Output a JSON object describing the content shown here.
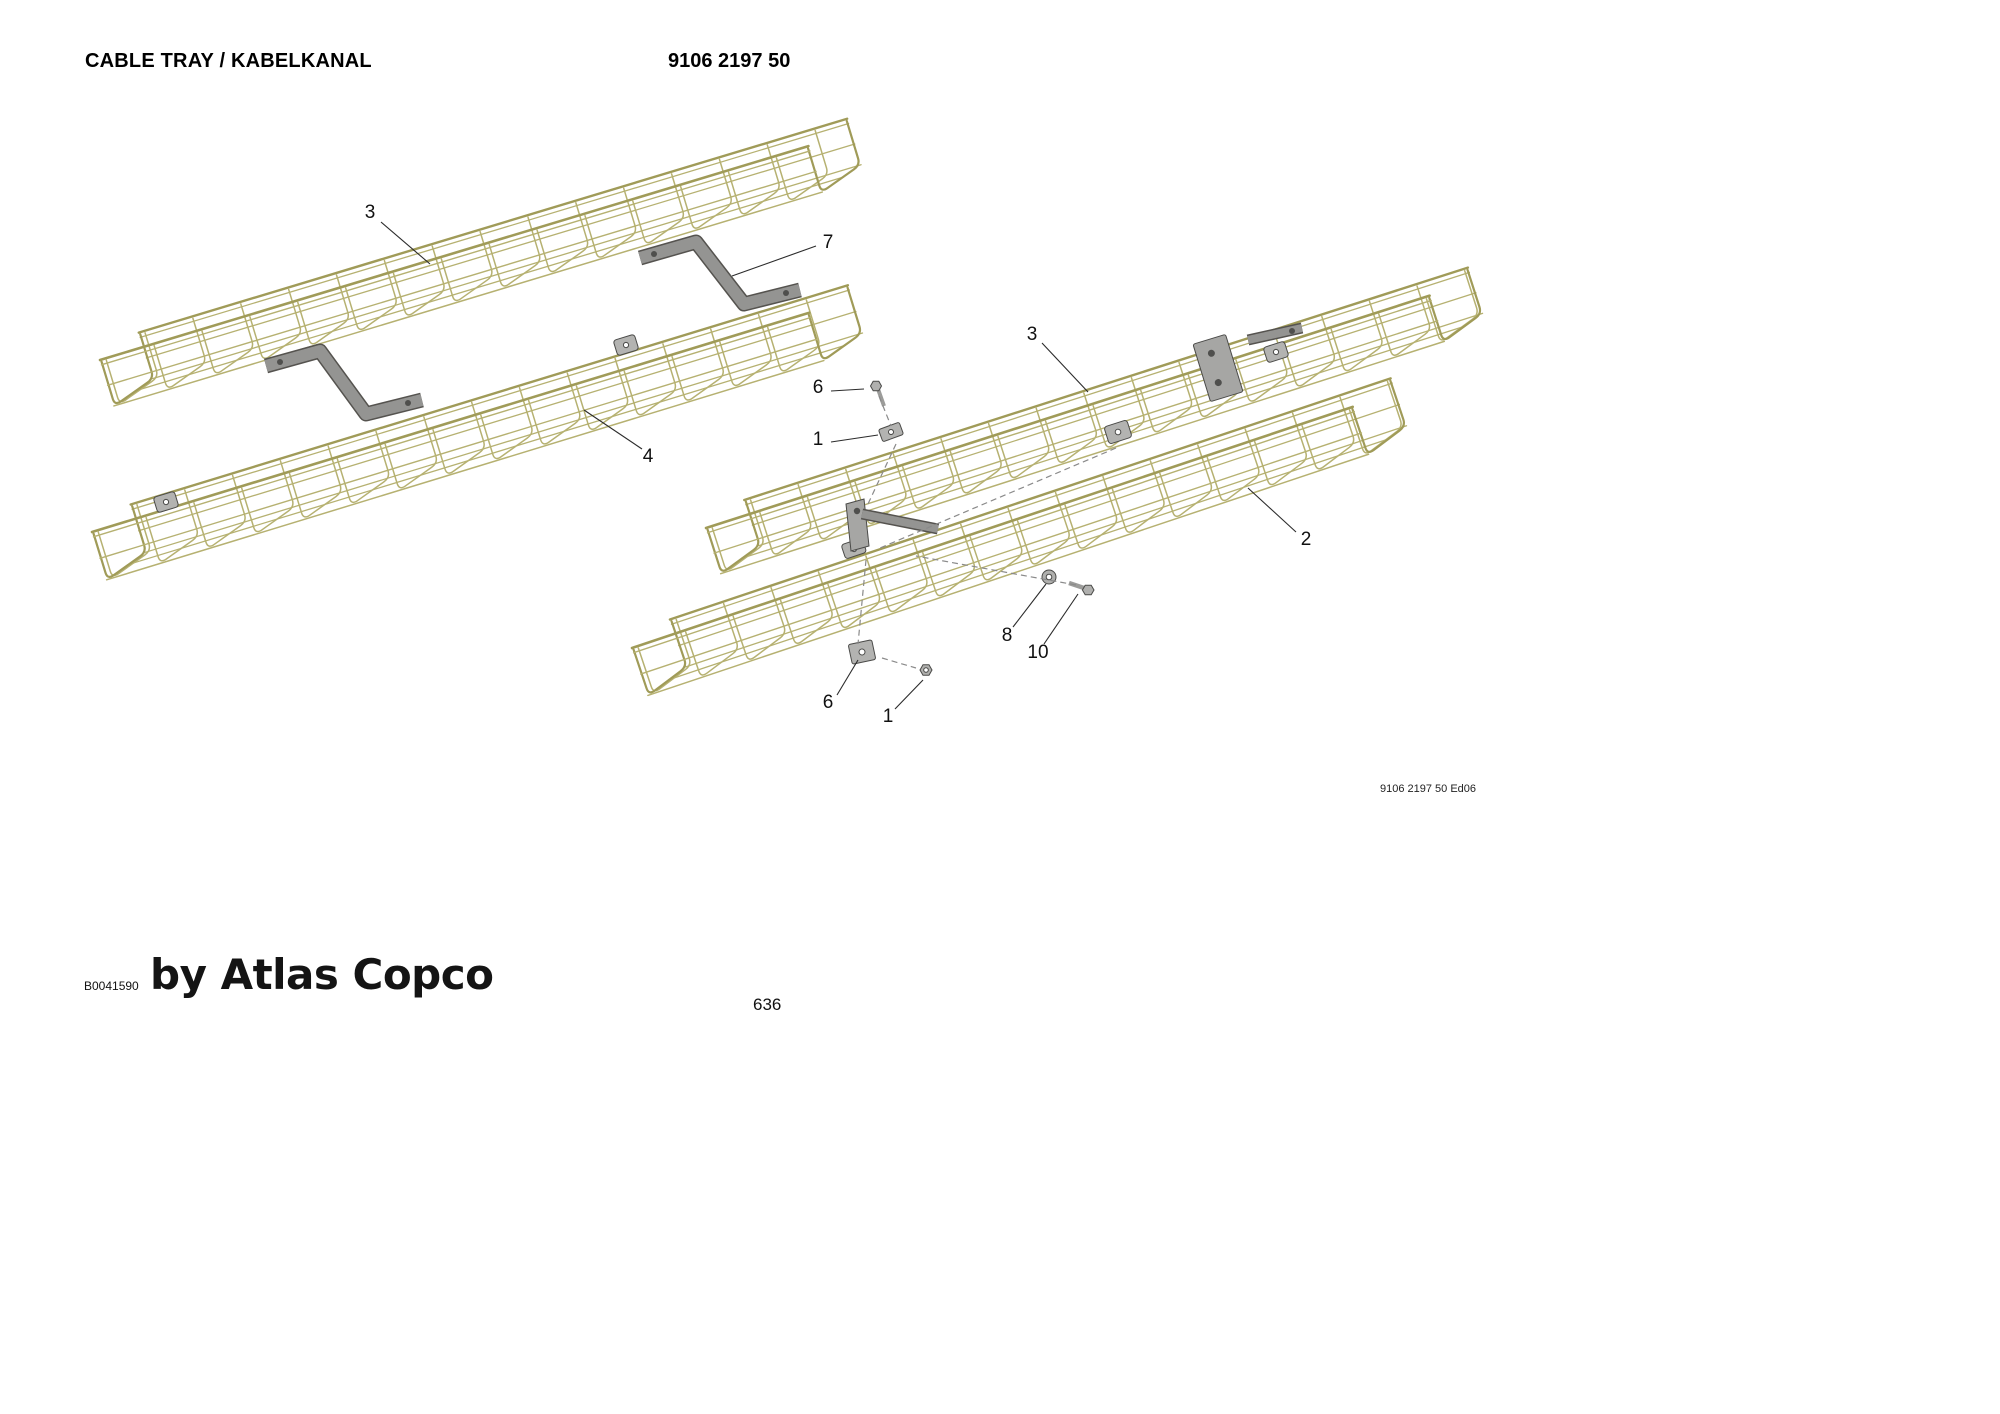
{
  "header": {
    "title": "CABLE TRAY / KABELKANAL",
    "part_number": "9106 2197 50"
  },
  "callouts": [
    {
      "id": "3-left",
      "label": "3"
    },
    {
      "id": "7",
      "label": "7"
    },
    {
      "id": "4",
      "label": "4"
    },
    {
      "id": "3-right",
      "label": "3"
    },
    {
      "id": "6-top",
      "label": "6"
    },
    {
      "id": "1-top",
      "label": "1"
    },
    {
      "id": "2",
      "label": "2"
    },
    {
      "id": "8",
      "label": "8"
    },
    {
      "id": "10",
      "label": "10"
    },
    {
      "id": "6-bottom",
      "label": "6"
    },
    {
      "id": "1-bottom",
      "label": "1"
    }
  ],
  "footer": {
    "doc_ref": "9106 2197 50 Ed06",
    "drawing_code": "B0041590",
    "brand": "by Atlas Copco",
    "page_number": "636"
  },
  "colors": {
    "wire": "#b6b171",
    "rail": "#a09b58",
    "metal": "#949492"
  }
}
